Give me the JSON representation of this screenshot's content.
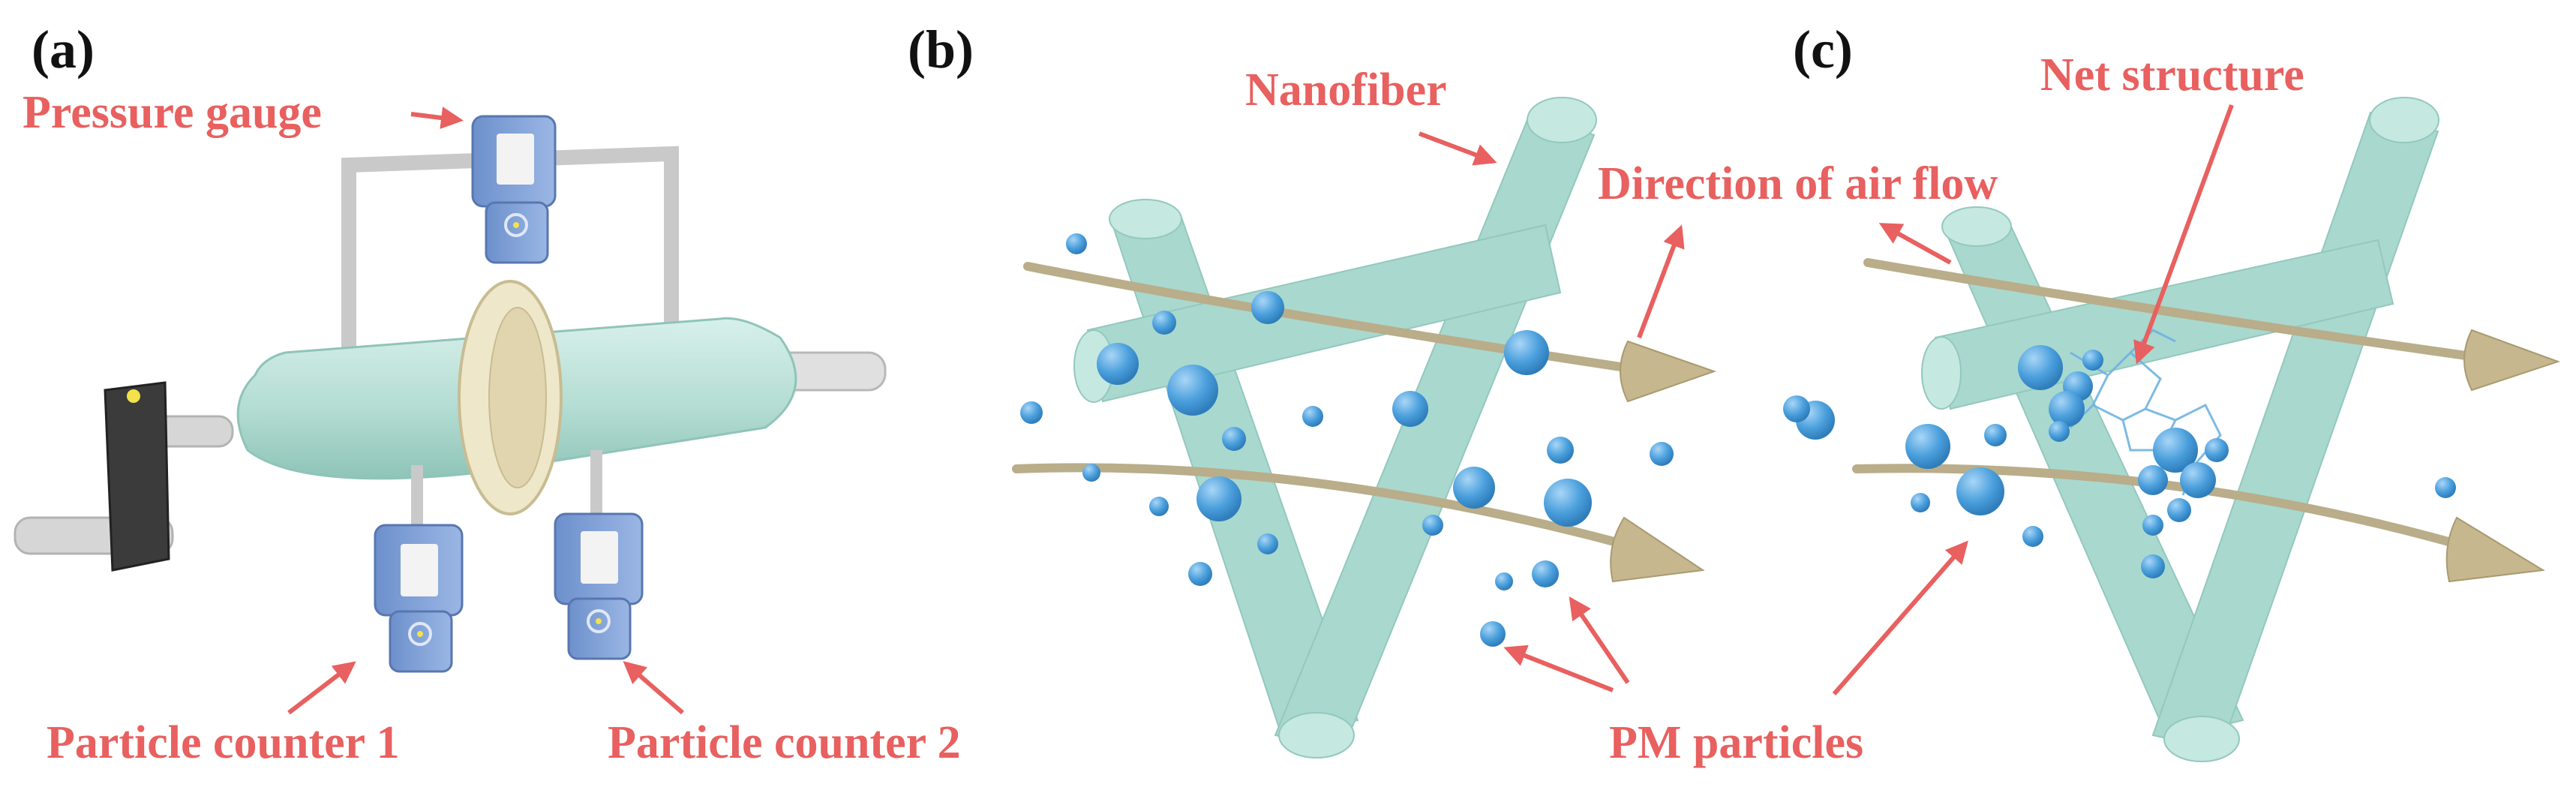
{
  "panels": {
    "a": {
      "label": "(a)",
      "pressure_gauge": "Pressure gauge",
      "counter1": "Particle counter 1",
      "counter2": "Particle counter 2"
    },
    "b": {
      "label": "(b)",
      "nanofiber": "Nanofiber",
      "air_flow": "Direction of air flow",
      "pm": "PM particles"
    },
    "c": {
      "label": "(c)",
      "net_structure": "Net structure"
    }
  },
  "colors": {
    "callout": "#e8605f",
    "fiber": "#a9d8cf",
    "particle": "#4a9fdc",
    "device": "#7b9fd6",
    "strand": "#b9ad8a"
  }
}
